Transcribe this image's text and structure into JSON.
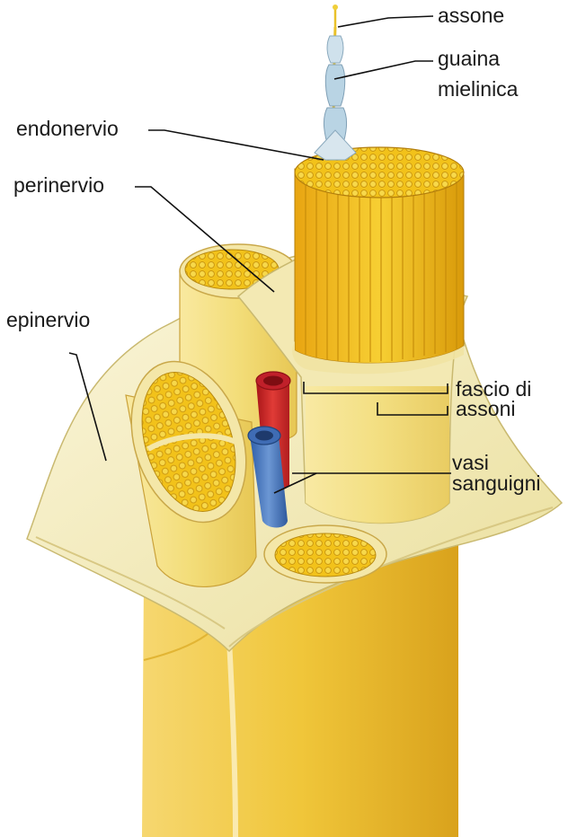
{
  "labels": {
    "assone": "assone",
    "guaina_line1": "guaina",
    "guaina_line2": "mielinica",
    "endonervio": "endonervio",
    "perinervio": "perinervio",
    "epinervio": "epinervio",
    "fascio_line1": "fascio di",
    "fascio_line2": "assoni",
    "vasi_line1": "vasi",
    "vasi_line2": "sanguigni"
  },
  "colors": {
    "fascicle_yellow": "#f2c21a",
    "fascicle_dark": "#d99a0a",
    "sheath_cream": "#f6efc4",
    "trunk_yellow": "#f0c63a",
    "artery_red": "#d2282a",
    "vein_blue": "#4a78c0",
    "myelin_blue": "#b9d4e4",
    "leader_line": "#111111"
  }
}
